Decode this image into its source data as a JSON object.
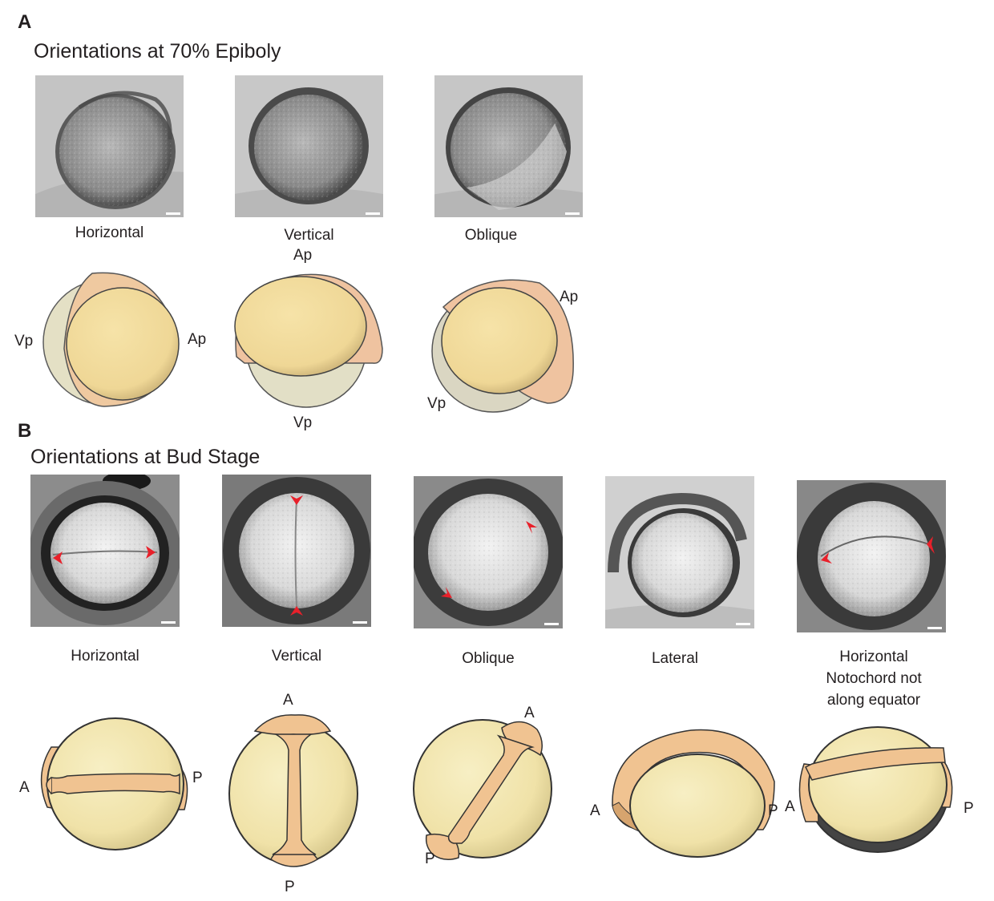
{
  "panel_a": {
    "letter": "A",
    "title": "Orientations at 70% Epiboly",
    "photos": [
      {
        "label": "Horizontal"
      },
      {
        "label": "Vertical"
      },
      {
        "label": "Oblique"
      }
    ],
    "diagrams": [
      {
        "left_label": "Vp",
        "right_label": "Ap"
      },
      {
        "top_label": "Ap",
        "bottom_label": "Vp"
      },
      {
        "top_right_label": "Ap",
        "bottom_left_label": "Vp"
      }
    ]
  },
  "panel_b": {
    "letter": "B",
    "title": "Orientations at Bud Stage",
    "photos": [
      {
        "label": "Horizontal"
      },
      {
        "label": "Vertical"
      },
      {
        "label": "Oblique"
      },
      {
        "label": "Lateral"
      },
      {
        "label_lines": [
          "Horizontal",
          "Notochord not",
          "along equator"
        ]
      }
    ],
    "diagrams": [
      {
        "left_label": "A",
        "right_label": "P"
      },
      {
        "top_label": "A",
        "bottom_label": "P"
      },
      {
        "top_label": "A",
        "bottom_label": "P"
      },
      {
        "left_label": "A",
        "right_label": "P"
      },
      {
        "left_label": "A",
        "right_label": "P"
      }
    ]
  },
  "colors": {
    "yolk": "#f2e7b4",
    "tissue": "#f0c391",
    "outline": "#3d3d3d",
    "arrowhead": "#e8202a",
    "scale_bar": "#ffffff"
  }
}
